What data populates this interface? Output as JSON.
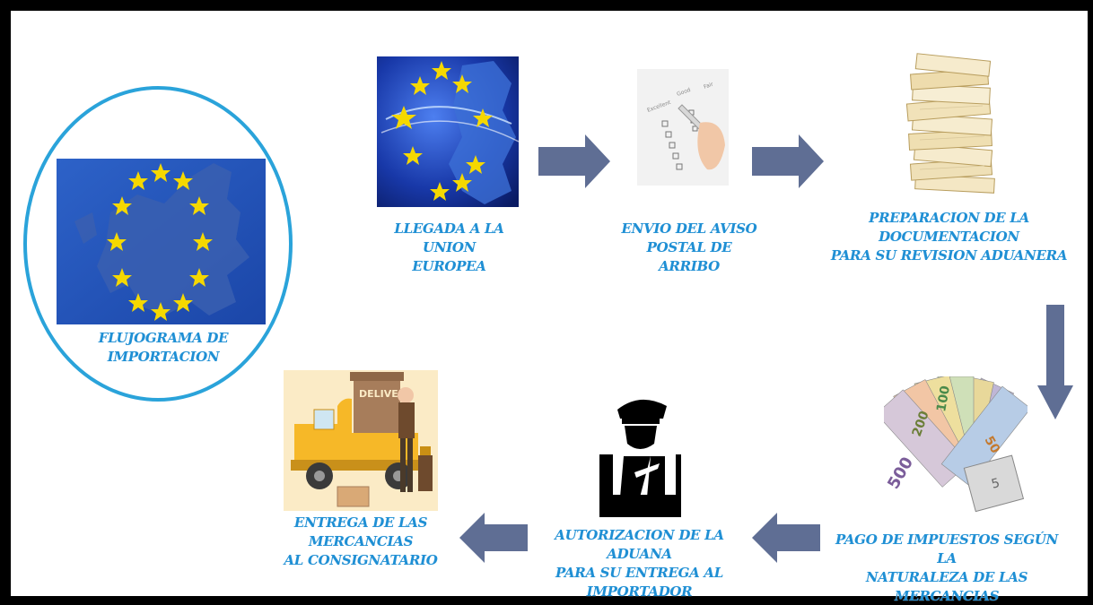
{
  "title": {
    "lines": [
      "FLUJOGRAMA DE",
      "IMPORTACION"
    ]
  },
  "steps": [
    {
      "name": "llegada",
      "icon": "eu-map-icon",
      "lines": [
        "LLEGADA A LA UNION",
        "EUROPEA"
      ]
    },
    {
      "name": "envio",
      "icon": "checklist-icon",
      "lines": [
        "ENVIO DEL AVISO",
        "POSTAL DE ARRIBO"
      ]
    },
    {
      "name": "preparacion",
      "icon": "document-stack-icon",
      "lines": [
        "PREPARACION DE LA DOCUMENTACION",
        "PARA SU REVISION ADUANERA"
      ]
    },
    {
      "name": "pago",
      "icon": "euro-banknotes-icon",
      "lines": [
        "PAGO DE IMPUESTOS SEGÚN LA",
        "NATURALEZA DE LAS MERCANCIAS"
      ]
    },
    {
      "name": "autorizacion",
      "icon": "customs-officer-icon",
      "lines": [
        "AUTORIZACION DE LA ADUANA",
        "PARA SU ENTREGA AL IMPORTADOR"
      ]
    },
    {
      "name": "entrega",
      "icon": "delivery-truck-icon",
      "lines": [
        "ENTREGA DE LAS MERCANCIAS",
        "AL CONSIGNATARIO"
      ]
    }
  ],
  "delivery_sign": "DELIVERY",
  "colors": {
    "label": "#1f8fd4",
    "arrow": "#5f6e94",
    "circle": "#2aa3da",
    "eu_blue": "#1d4fb5",
    "star": "#f5d800"
  }
}
